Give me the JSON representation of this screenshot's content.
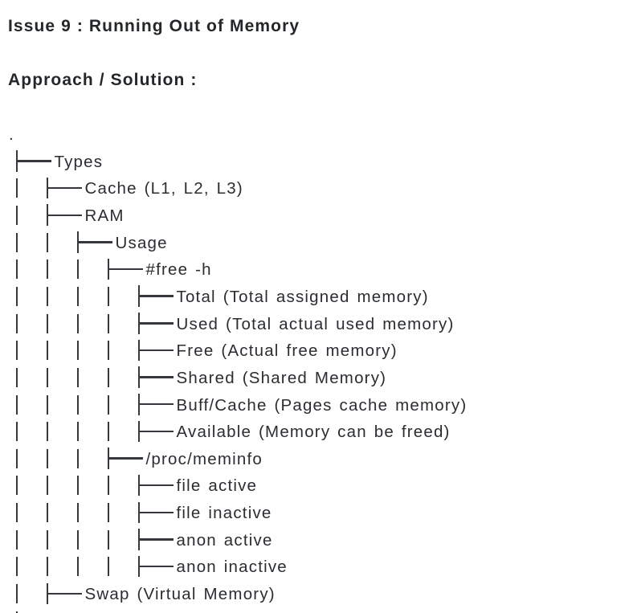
{
  "document": {
    "heading": "Issue 9 : Running Out of Memory",
    "subheading": "Approach / Solution :"
  },
  "tree": {
    "root": ".",
    "items": [
      {
        "label": "Types",
        "depth": 0
      },
      {
        "label": "Cache (L1, L2, L3)",
        "depth": 1
      },
      {
        "label": "RAM",
        "depth": 1
      },
      {
        "label": "Usage",
        "depth": 2
      },
      {
        "label": "#free -h",
        "depth": 3
      },
      {
        "label": "Total (Total assigned memory)",
        "depth": 4
      },
      {
        "label": "Used (Total actual used memory)",
        "depth": 4
      },
      {
        "label": "Free (Actual free memory)",
        "depth": 4
      },
      {
        "label": "Shared (Shared Memory)",
        "depth": 4
      },
      {
        "label": "Buff/Cache (Pages cache memory)",
        "depth": 4
      },
      {
        "label": "Available (Memory can be freed)",
        "depth": 4
      },
      {
        "label": "/proc/meminfo",
        "depth": 3
      },
      {
        "label": "file active",
        "depth": 4
      },
      {
        "label": "file inactive",
        "depth": 4
      },
      {
        "label": "anon active",
        "depth": 4
      },
      {
        "label": "anon inactive",
        "depth": 4
      },
      {
        "label": "Swap (Virtual Memory)",
        "depth": 1
      },
      {
        "label": "",
        "depth": 1
      }
    ]
  },
  "colors": {
    "background": "#ffffff",
    "heading_text": "#24272a",
    "tree_text": "#2a2d31",
    "tree_line": "#35383c"
  }
}
